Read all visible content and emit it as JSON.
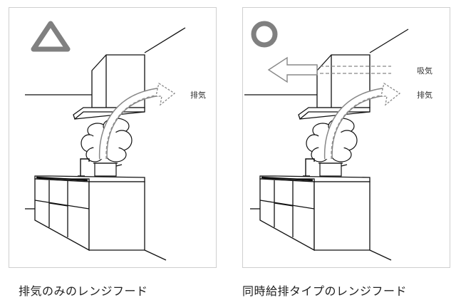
{
  "left_panel": {
    "rating_symbol": "triangle",
    "rating_color": "#808080",
    "exhaust_label": "排気",
    "caption": "排気のみのレンジフード"
  },
  "right_panel": {
    "rating_symbol": "circle",
    "rating_color": "#808080",
    "intake_label": "吸気",
    "exhaust_label": "排気",
    "caption": "同時給排タイプのレンジフード"
  },
  "colors": {
    "line": "#111111",
    "panel_border": "#cfcfcf",
    "arrow": "#8a8a8a"
  }
}
